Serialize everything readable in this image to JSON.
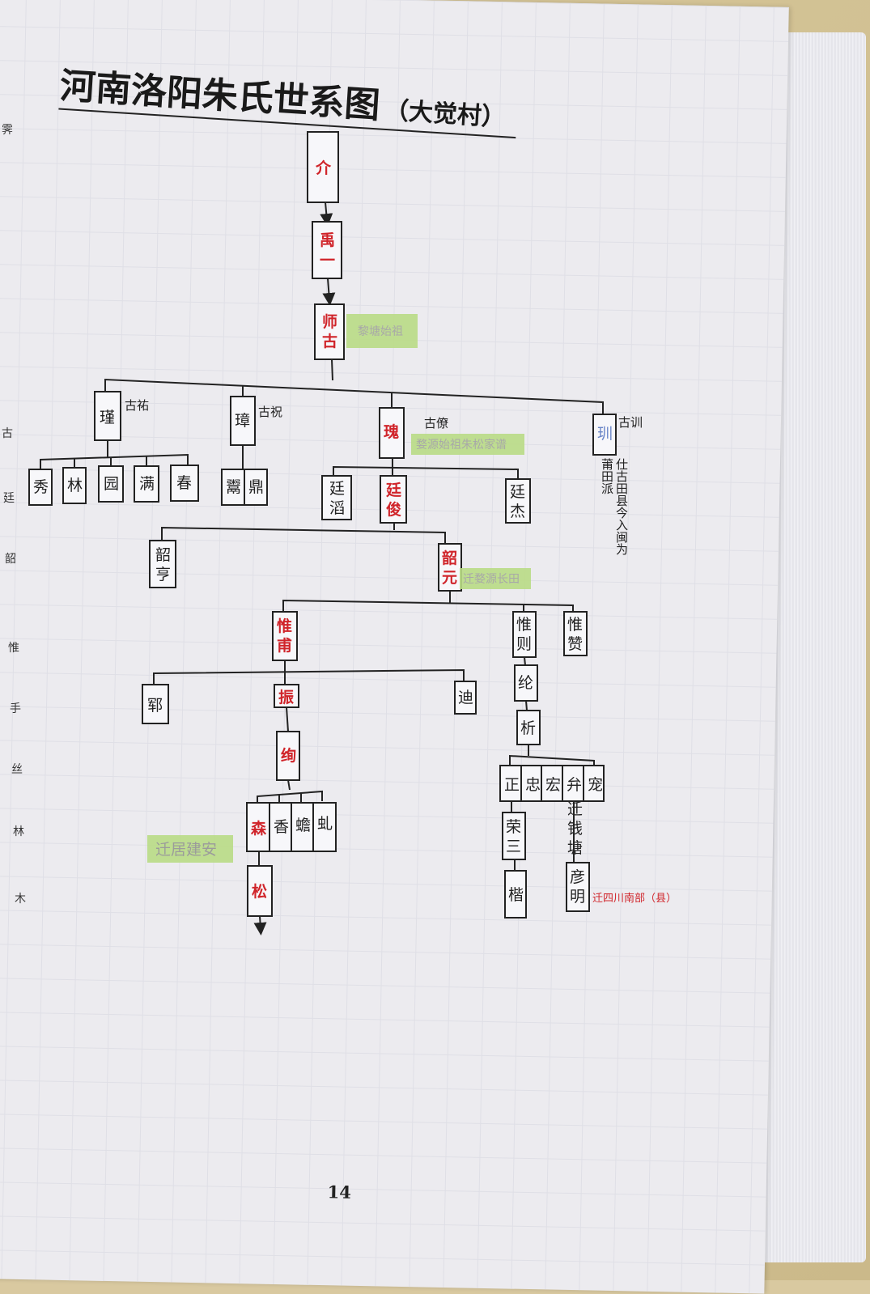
{
  "title": "河南洛阳朱氏世系图",
  "subtitle": "（大觉村）",
  "page_number": "14",
  "margin_chars": [
    "霁",
    "古",
    "廷",
    "韶",
    "惟",
    "手",
    "丝",
    "林",
    "木"
  ],
  "nodes": {
    "jie": "介",
    "yuyi": [
      "禹",
      "一"
    ],
    "shigu": [
      "师",
      "古"
    ],
    "jin": "瑾",
    "jin_alias": "古祐",
    "zhang": "璋",
    "zhang_alias": "古祝",
    "gui": "瑰",
    "gui_alias": "古僚",
    "xun": "玔",
    "xun_alias": "古训",
    "xun_note": [
      "仕古田县今入闽为",
      "莆田派"
    ],
    "jin_children": [
      "秀",
      "林",
      "园",
      "满",
      "春"
    ],
    "zhang_children": [
      "鬻",
      "鼎"
    ],
    "tingzui": [
      "廷",
      "滔"
    ],
    "tingjun": [
      "廷",
      "俊"
    ],
    "tingjie": [
      "廷",
      "杰"
    ],
    "shaoting": [
      "韶",
      "亨"
    ],
    "shaoyuan": [
      "韶",
      "元"
    ],
    "weifu": [
      "惟",
      "甫"
    ],
    "weize": [
      "惟",
      "则"
    ],
    "weizan": [
      "惟",
      "赞"
    ],
    "yun": "郓",
    "zhen": "振",
    "di": "迪",
    "xu": "绚",
    "xu_children": [
      "森",
      "香",
      "蟾",
      "虬"
    ],
    "song": "松",
    "lun": "纶",
    "xi": "析",
    "xi_children": [
      "正",
      "忠",
      "宏",
      "弁",
      "宠"
    ],
    "rongsan": [
      "荣",
      "三"
    ],
    "qianqiantang": [
      "迁",
      "钱",
      "塘"
    ],
    "kai": "楷",
    "yanming": [
      "彦",
      "明"
    ]
  },
  "highlights": {
    "shigu": "黎塘始祖",
    "gui": "婺源始祖朱松家谱",
    "shaoyuan": "迁婺源长田",
    "qianju": "迁居建安"
  },
  "notes": {
    "yanming": "迁四川南部（县）"
  },
  "colors": {
    "accent": "#d0242a",
    "highlight": "#b9dc85",
    "link": "#6a86c8"
  }
}
